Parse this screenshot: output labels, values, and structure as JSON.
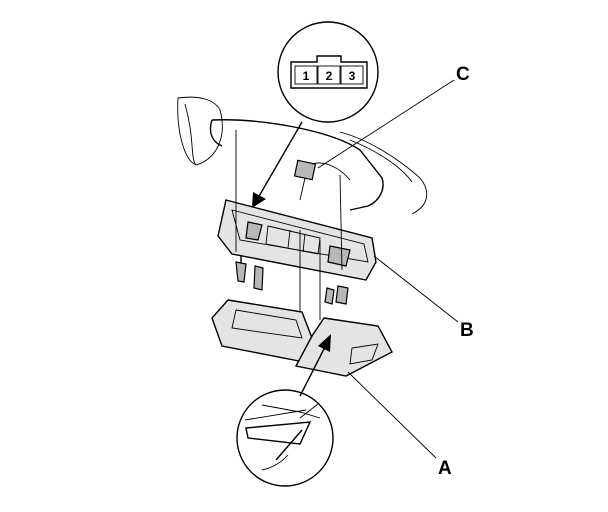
{
  "callouts": {
    "a": "A",
    "b": "B",
    "c": "C"
  },
  "connector": {
    "pins": [
      "1",
      "2",
      "3"
    ]
  }
}
